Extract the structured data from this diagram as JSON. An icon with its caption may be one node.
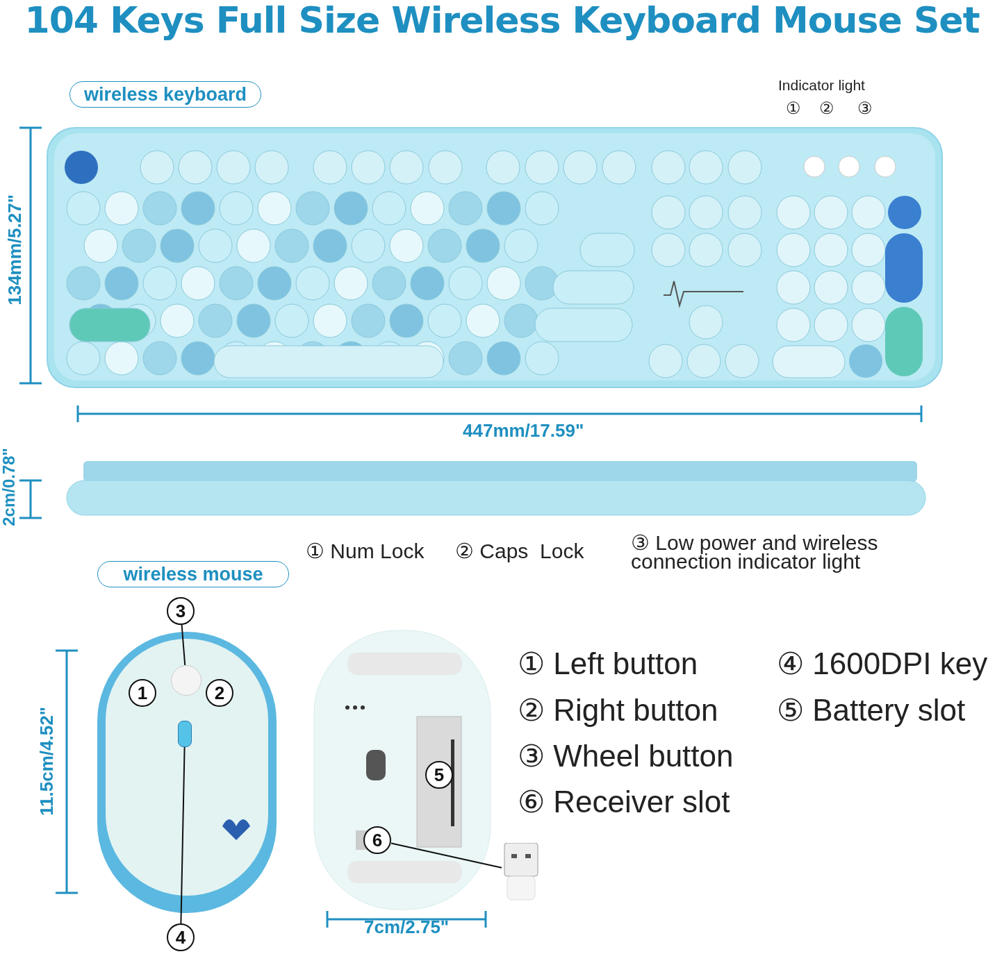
{
  "diagram": {
    "title": "104 Keys Full Size Wireless Keyboard Mouse Set",
    "nodes": [
      {
        "text": [
          "wireless keyboard"
        ]
      },
      {
        "text": [
          "wireless mouse"
        ]
      },
      {
        "text": [
          "3"
        ]
      },
      {
        "text": [],
        "shape": "circle"
      },
      {
        "text": [],
        "shape": "box"
      },
      {
        "text": [
          "4"
        ]
      },
      {
        "text": [
          "6"
        ]
      },
      {
        "text": [],
        "shape": "picture"
      },
      {
        "text": [
          "1"
        ]
      },
      {
        "text": [
          "2"
        ]
      },
      {
        "text": [
          "5"
        ]
      }
    ],
    "edges": [
      {
        "from": 2,
        "to": 3,
        "arrow": "none"
      },
      {
        "from": 5,
        "to": 4,
        "arrow": "none"
      },
      {
        "from": 6,
        "to": 7,
        "arrow": "none"
      }
    ],
    "labels": [
      "Indicator light",
      "①",
      "②",
      "③",
      "134mm/5.27\"",
      "447mm/17.59\"",
      "2cm/0.78\"",
      "① Num Lock",
      "② Caps  Lock",
      "③ Low power and wireless connection indicator light",
      "11.5cm/4.52\"",
      "① Left button",
      "④ 1600DPI key",
      "② Right button",
      "⑤ Battery slot",
      "③ Wheel button",
      "⑥ Receiver slot",
      "7cm/2.75\""
    ]
  }
}
